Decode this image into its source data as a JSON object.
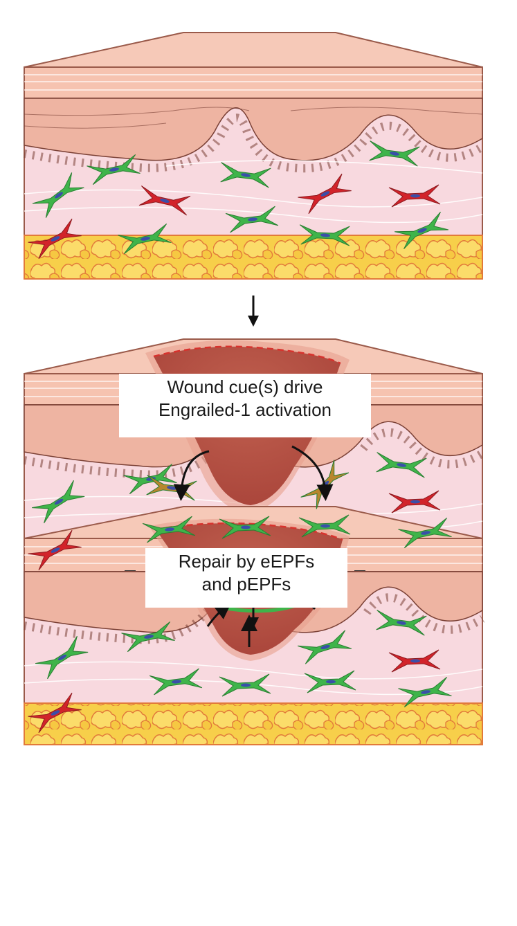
{
  "labels": {
    "panel2_line1": "Wound cue(s) drive",
    "panel2_line2": "Engrailed-1 activation",
    "panel3_line1": "Repair by eEPFs",
    "panel3_line2": "and pEPFs"
  },
  "colors": {
    "epidermis": "#f6c9b8",
    "epidermis_outline": "#c0715d",
    "basal_layer": "#e89f8a",
    "dermis": "#f8d9df",
    "fat": "#f7cf4a",
    "fat_outline": "#e0703a",
    "fibroblast_green": "#3fb44a",
    "fibroblast_red": "#d2232a",
    "wound": "#b9584a",
    "wound_border": "#d8322d"
  }
}
